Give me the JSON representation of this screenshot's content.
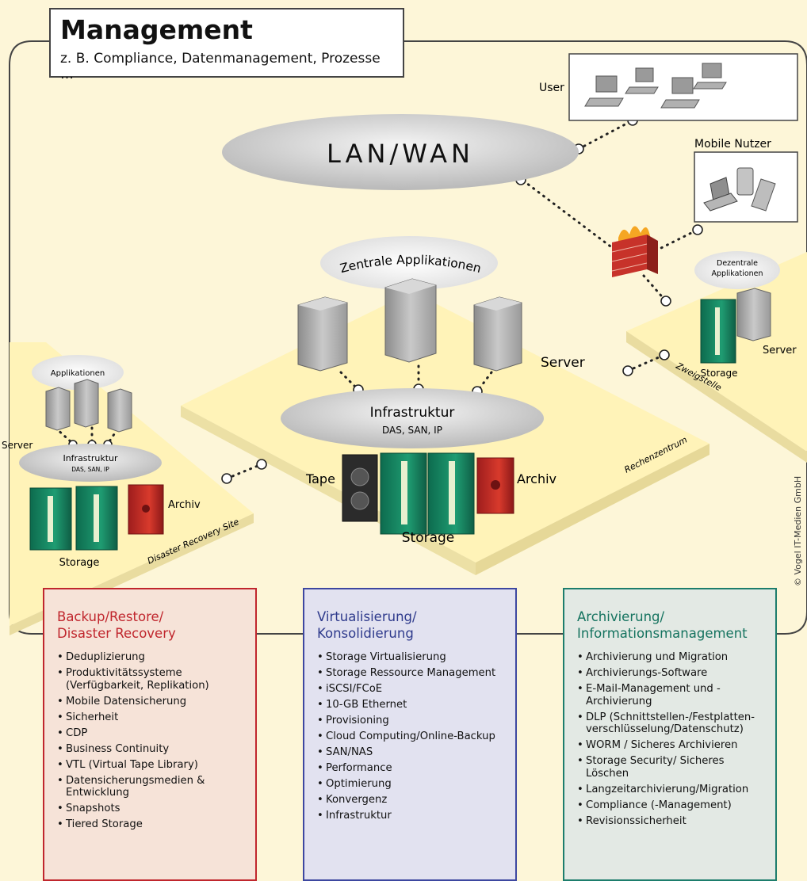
{
  "management": {
    "title": "Management",
    "subtitle": "z. B. Compliance, Datenmanagement, Prozesse …"
  },
  "network": {
    "lan_wan": "LAN/WAN",
    "user": "User",
    "mobile": "Mobile Nutzer"
  },
  "datacenter": {
    "apps": "Zentrale Applikationen",
    "server": "Server",
    "infra_title": "Infrastruktur",
    "infra_sub": "DAS, SAN, IP",
    "tape": "Tape",
    "archive": "Archiv",
    "storage": "Storage",
    "site": "Rechenzentrum"
  },
  "branch": {
    "apps_line1": "Dezentrale",
    "apps_line2": "Applikationen",
    "server": "Server",
    "storage": "Storage",
    "site": "Zweigstelle"
  },
  "dr": {
    "apps": "Applikationen",
    "server": "Server",
    "infra_title": "Infrastruktur",
    "infra_sub": "DAS, SAN, IP",
    "archive": "Archiv",
    "storage": "Storage",
    "site": "Disaster Recovery Site"
  },
  "panels": [
    {
      "title": [
        "Backup/Restore/",
        "Disaster Recovery"
      ],
      "color": "#c0262d",
      "items": [
        "Deduplizierung",
        "Produktivitätssysteme (Verfügbarkeit, Replikation)",
        "Mobile Datensicherung",
        "Sicherheit",
        "CDP",
        "Business Continuity",
        "VTL (Virtual Tape Library)",
        "Datensicherungsmedien & Entwicklung",
        "Snapshots",
        "Tiered Storage"
      ]
    },
    {
      "title": [
        "Virtualisierung/",
        "Konsolidierung"
      ],
      "color": "#2e3a8c",
      "items": [
        "Storage Virtualisierung",
        "Storage Ressource Management",
        "iSCSI/FCoE",
        "10-GB Ethernet",
        "Provisioning",
        "Cloud Computing/Online-Backup",
        "SAN/NAS",
        "Performance",
        "Optimierung",
        "Konvergenz",
        "Infrastruktur"
      ]
    },
    {
      "title": [
        "Archivierung/",
        "Informationsmanagement"
      ],
      "color": "#15735f",
      "items": [
        "Archivierung und Migration",
        "Archivierungs-Software",
        "E-Mail-Management und -Archivierung",
        "DLP (Schnittstellen-/Festplatten-verschlüsselung/Datenschutz)",
        "WORM / Sicheres Archivieren",
        "Storage Security/ Sicheres Löschen",
        "Langzeitarchivierung/Migration",
        "Compliance (-Management)",
        "Revisionssicherheit"
      ]
    }
  ],
  "copyright": "© Vogel IT-Medien GmbH"
}
